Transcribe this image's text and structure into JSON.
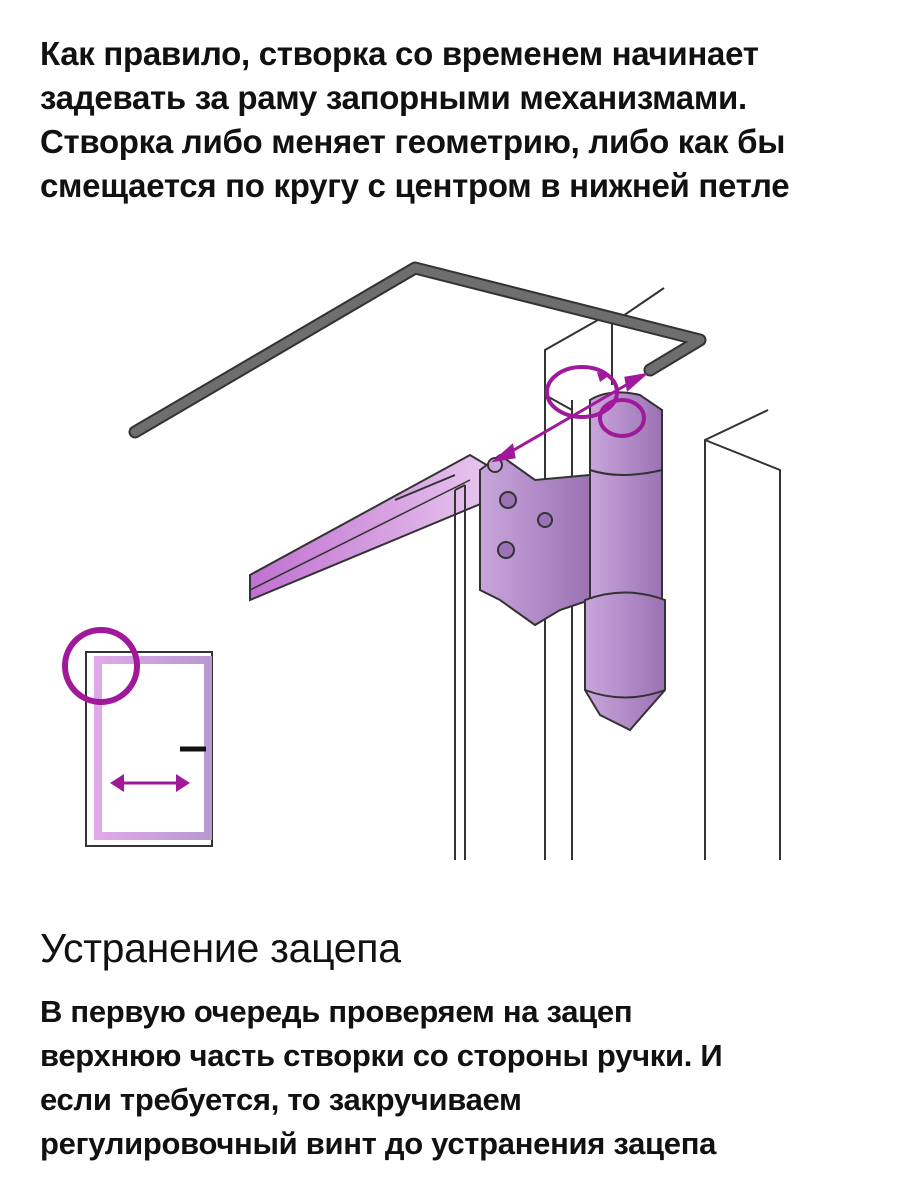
{
  "intro": {
    "lines": [
      "Как правило, створка со временем начинает",
      "задевать за раму запорными механизмами.",
      "Створка либо меняет геометрию, либо как бы",
      "смещается по кругу с центром в нижней петле"
    ]
  },
  "illustration": {
    "accent_color": "#a0199a",
    "hinge_color": "#b38ac9",
    "hex_key_color": "#6e6e6e",
    "icons": [
      "hex-key-icon",
      "rotate-arrow-icon",
      "double-arrow-icon",
      "hinge-icon",
      "window-icon"
    ]
  },
  "section": {
    "title": "Устранение зацепа",
    "body_lines": [
      "В первую очередь проверяем на зацеп",
      "верхнюю часть створки со стороны ручки. И",
      "если требуется, то закручиваем",
      "регулировочный винт до устранения зацепа"
    ]
  }
}
